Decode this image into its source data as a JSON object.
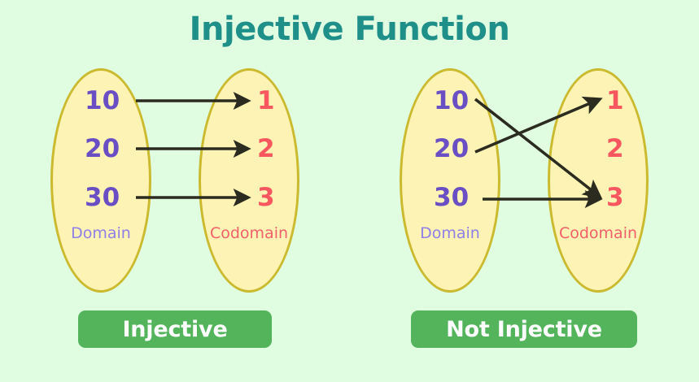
{
  "title": "Injective Function",
  "colors": {
    "background": "#e0fce1",
    "title": "#1f8f8a",
    "ellipse_fill": "#fcf3b5",
    "ellipse_border": "#cbb92e",
    "domain_number": "#6a4fc4",
    "domain_label": "#8f7fe8",
    "codomain_number": "#f8575f",
    "codomain_label": "#f4606a",
    "arrow": "#2b2b20",
    "badge_fill": "#53b45c",
    "badge_text": "#ffffff"
  },
  "chart_data": {
    "type": "diagram",
    "title": "Injective Function",
    "panels": [
      {
        "name": "injective",
        "domain_label": "Domain",
        "codomain_label": "Codomain",
        "domain": [
          "10",
          "20",
          "30"
        ],
        "codomain": [
          "1",
          "2",
          "3"
        ],
        "mappings": [
          {
            "from": "10",
            "to": "1"
          },
          {
            "from": "20",
            "to": "2"
          },
          {
            "from": "30",
            "to": "3"
          }
        ],
        "verdict": "Injective"
      },
      {
        "name": "not-injective",
        "domain_label": "Domain",
        "codomain_label": "Codomain",
        "domain": [
          "10",
          "20",
          "30"
        ],
        "codomain": [
          "1",
          "2",
          "3"
        ],
        "mappings": [
          {
            "from": "10",
            "to": "3"
          },
          {
            "from": "20",
            "to": "1"
          },
          {
            "from": "30",
            "to": "3"
          }
        ],
        "verdict": "Not Injective"
      }
    ]
  }
}
